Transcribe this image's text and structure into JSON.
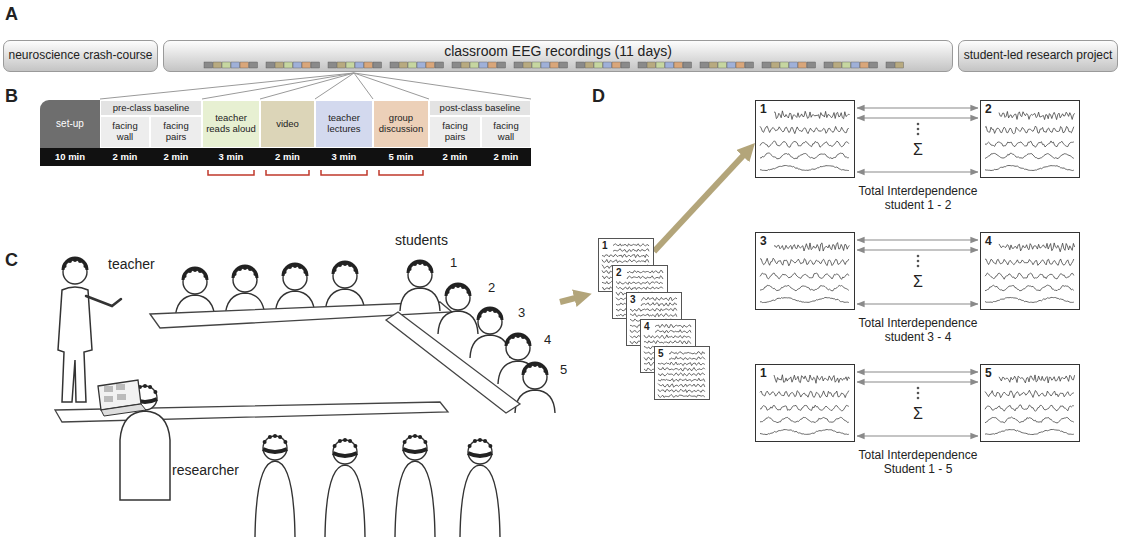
{
  "diagram": {
    "nodes": [
      {
        "text": [
          "neuroscience crash-course"
        ]
      },
      {
        "text": [
          "classroom EEG recordings (11 days)"
        ]
      },
      {
        "text": [
          "student-led research project"
        ]
      },
      {
        "text": [
          "set-up"
        ]
      },
      {
        "text": [
          "pre-class baseline"
        ]
      },
      {
        "text": [
          "facing wall"
        ]
      },
      {
        "text": [
          "facing pairs"
        ]
      },
      {
        "text": [
          "teacher reads aloud"
        ]
      },
      {
        "text": [
          "video"
        ]
      },
      {
        "text": [
          "teacher lectures"
        ]
      },
      {
        "text": [
          "group discussion"
        ]
      },
      {
        "text": [
          "post-class baseline"
        ]
      },
      {
        "text": [
          "facing pairs"
        ]
      },
      {
        "text": [
          "facing wall"
        ]
      },
      {
        "text": [
          "10 min"
        ]
      },
      {
        "text": [
          "2 min"
        ]
      },
      {
        "text": [
          "2 min"
        ]
      },
      {
        "text": [
          "3 min"
        ]
      },
      {
        "text": [
          "2 min"
        ]
      },
      {
        "text": [
          "3 min"
        ]
      },
      {
        "text": [
          "5 min"
        ]
      },
      {
        "text": [
          "2 min"
        ]
      },
      {
        "text": [
          "2 min"
        ]
      },
      {
        "text": [
          "1"
        ]
      },
      {
        "text": [
          "2"
        ]
      },
      {
        "text": [
          "3"
        ]
      },
      {
        "text": [
          "4"
        ]
      },
      {
        "text": [
          "5"
        ]
      },
      {
        "text": [
          "1"
        ]
      },
      {
        "text": [
          "2"
        ]
      },
      {
        "text": [
          "3"
        ]
      },
      {
        "text": [
          "4"
        ]
      },
      {
        "text": [
          "1"
        ]
      },
      {
        "text": [
          "5"
        ]
      }
    ],
    "edges": [
      {
        "from": 23,
        "to": 28,
        "arrow": "to"
      },
      {
        "from": 28,
        "to": 29,
        "arrow": "both"
      },
      {
        "from": 28,
        "to": 29,
        "arrow": "both"
      },
      {
        "from": 28,
        "to": 29,
        "arrow": "both"
      },
      {
        "from": 30,
        "to": 31,
        "arrow": "both"
      },
      {
        "from": 30,
        "to": 31,
        "arrow": "both"
      },
      {
        "from": 30,
        "to": 31,
        "arrow": "both"
      },
      {
        "from": 32,
        "to": 33,
        "arrow": "both"
      },
      {
        "from": 32,
        "to": 33,
        "arrow": "both"
      },
      {
        "from": 32,
        "to": 33,
        "arrow": "both"
      }
    ],
    "labels": [
      "A",
      "B",
      "C",
      "D",
      "teacher",
      "students",
      "researcher",
      "1",
      "2",
      "3",
      "4",
      "5",
      "Σ",
      "Σ",
      "Σ",
      "Total Interdependence student 1 - 2",
      "Total Interdependence student 3 - 4",
      "Total Interdependence Student 1 - 5"
    ]
  }
}
